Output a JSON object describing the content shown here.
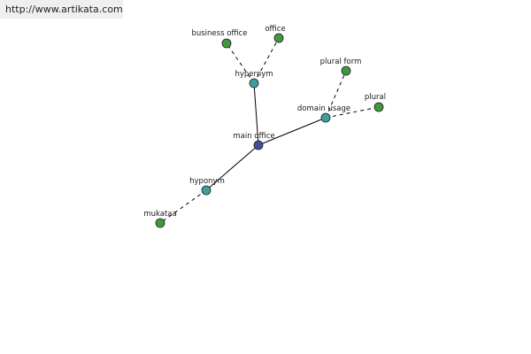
{
  "site_url": "http://www.artikata.com",
  "colors": {
    "center": "#3f4fa0",
    "relation": "#3f9fa0",
    "term": "#3f9a3f"
  },
  "nodes": [
    {
      "id": "main-office",
      "label": "main office",
      "kind": "center"
    },
    {
      "id": "hypernym",
      "label": "hypernym",
      "kind": "relation"
    },
    {
      "id": "domain-usage",
      "label": "domain usage",
      "kind": "relation"
    },
    {
      "id": "hyponym",
      "label": "hyponym",
      "kind": "relation"
    },
    {
      "id": "business-office",
      "label": "business office",
      "kind": "term"
    },
    {
      "id": "office",
      "label": "office",
      "kind": "term"
    },
    {
      "id": "plural-form",
      "label": "plural form",
      "kind": "term"
    },
    {
      "id": "plural",
      "label": "plural",
      "kind": "term"
    },
    {
      "id": "mukataa",
      "label": "mukataa",
      "kind": "term"
    }
  ],
  "edges": [
    {
      "from": "main-office",
      "to": "hypernym",
      "style": "solid"
    },
    {
      "from": "main-office",
      "to": "domain-usage",
      "style": "solid"
    },
    {
      "from": "main-office",
      "to": "hyponym",
      "style": "solid"
    },
    {
      "from": "hypernym",
      "to": "business-office",
      "style": "dashed"
    },
    {
      "from": "hypernym",
      "to": "office",
      "style": "dashed"
    },
    {
      "from": "domain-usage",
      "to": "plural-form",
      "style": "dashed"
    },
    {
      "from": "domain-usage",
      "to": "plural",
      "style": "dashed"
    },
    {
      "from": "hyponym",
      "to": "mukataa",
      "style": "dashed"
    }
  ]
}
